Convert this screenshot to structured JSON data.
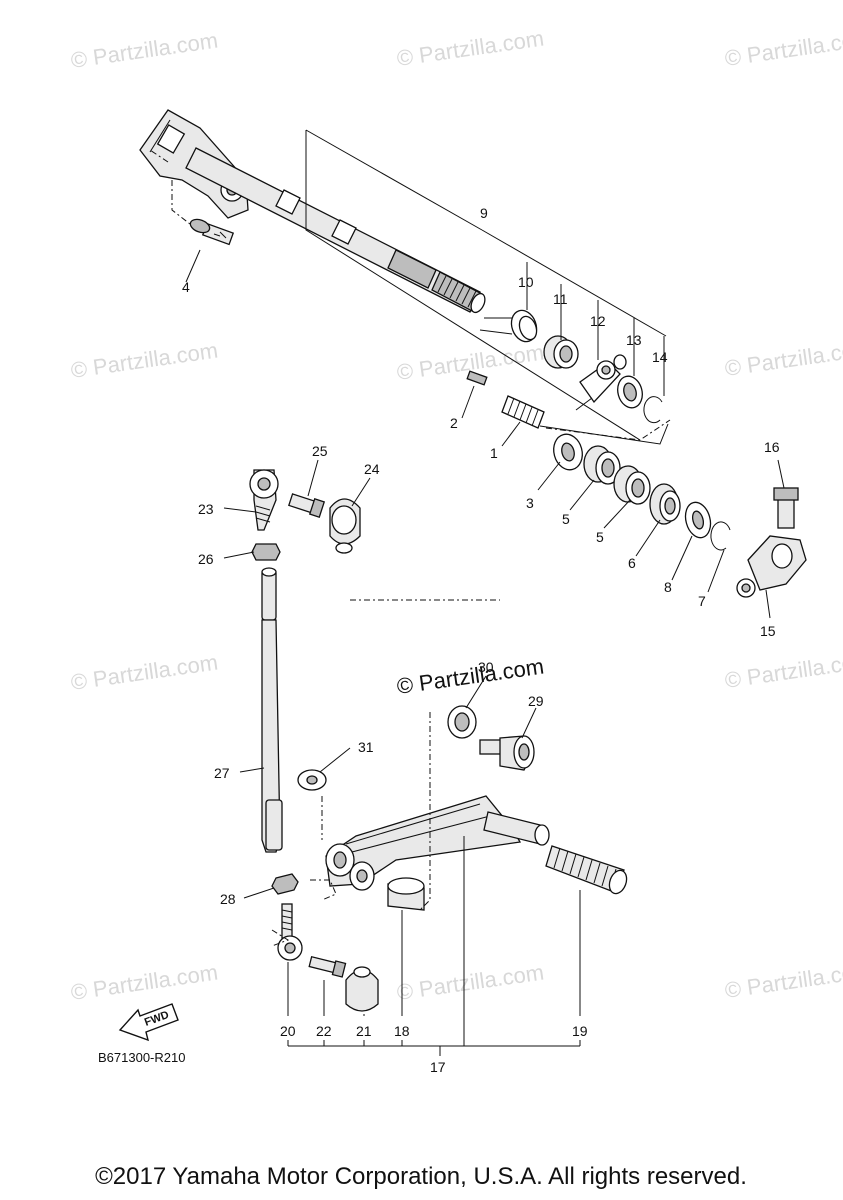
{
  "watermark": {
    "text": "© Partzilla.com",
    "center_text": "© Partzilla.com"
  },
  "callouts": {
    "p1": "1",
    "p2": "2",
    "p3": "3",
    "p4": "4",
    "p5a": "5",
    "p5b": "5",
    "p6": "6",
    "p7": "7",
    "p8": "8",
    "p9": "9",
    "p10": "10",
    "p11": "11",
    "p12": "12",
    "p13": "13",
    "p14": "14",
    "p15": "15",
    "p16": "16",
    "p17": "17",
    "p18": "18",
    "p19": "19",
    "p20": "20",
    "p21": "21",
    "p22": "22",
    "p23": "23",
    "p24": "24",
    "p25": "25",
    "p26": "26",
    "p27": "27",
    "p28": "28",
    "p29": "29",
    "p30": "30",
    "p31": "31"
  },
  "fwd_label": "FWD",
  "diagram_code": "B671300-R210",
  "copyright": "©2017 Yamaha Motor Corporation, U.S.A. All rights reserved."
}
